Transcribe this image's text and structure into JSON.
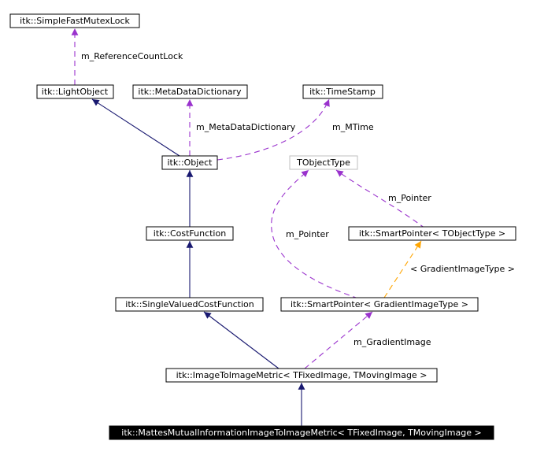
{
  "nodes": {
    "simple_fast_mutex_lock": "itk::SimpleFastMutexLock",
    "light_object": "itk::LightObject",
    "meta_data_dictionary": "itk::MetaDataDictionary",
    "time_stamp": "itk::TimeStamp",
    "object": "itk::Object",
    "t_object_type": "TObjectType",
    "cost_function": "itk::CostFunction",
    "smart_pointer_t_object_type": "itk::SmartPointer< TObjectType >",
    "single_valued_cost_function": "itk::SingleValuedCostFunction",
    "smart_pointer_gradient_image_type": "itk::SmartPointer< GradientImageType >",
    "image_to_image_metric": "itk::ImageToImageMetric< TFixedImage, TMovingImage >",
    "mattes_metric": "itk::MattesMutualInformationImageToImageMetric< TFixedImage, TMovingImage >"
  },
  "edge_labels": {
    "reference_count_lock": "m_ReferenceCountLock",
    "meta_data_dictionary": "m_MetaDataDictionary",
    "m_time": "m_MTime",
    "m_pointer_right": "m_Pointer",
    "m_pointer_left": "m_Pointer",
    "template_arg": "< GradientImageType >",
    "gradient_image": "m_GradientImage"
  },
  "colors": {
    "inheritance": "#191970",
    "usage": "#9a32cd",
    "template": "#ffa500",
    "highlight_fill": "#000000",
    "highlight_text": "#ffffff",
    "undocumented_border": "#bfbfbf"
  }
}
